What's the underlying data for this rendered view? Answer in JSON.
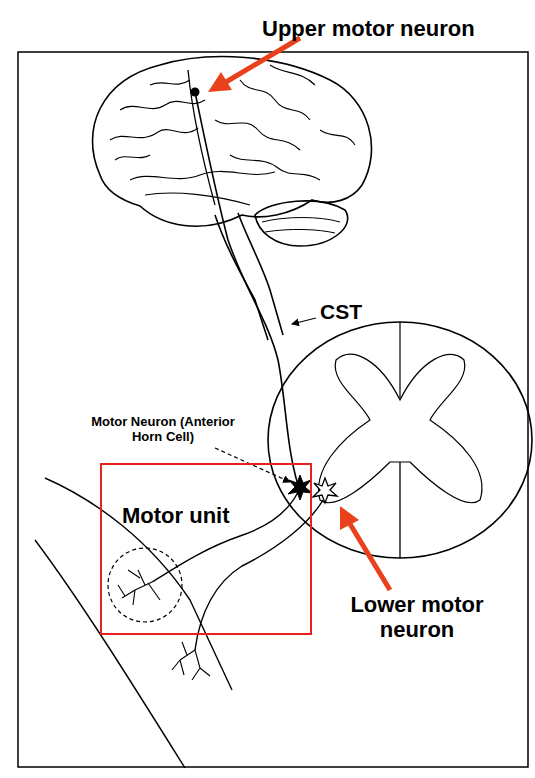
{
  "diagram": {
    "nodes": [
      {
        "text": [
          "Motor unit"
        ]
      }
    ],
    "labels": [
      "Upper motor neuron",
      "CST",
      "Motor Neuron (Anterior Horn Cell)",
      "Lower motor neuron"
    ]
  }
}
